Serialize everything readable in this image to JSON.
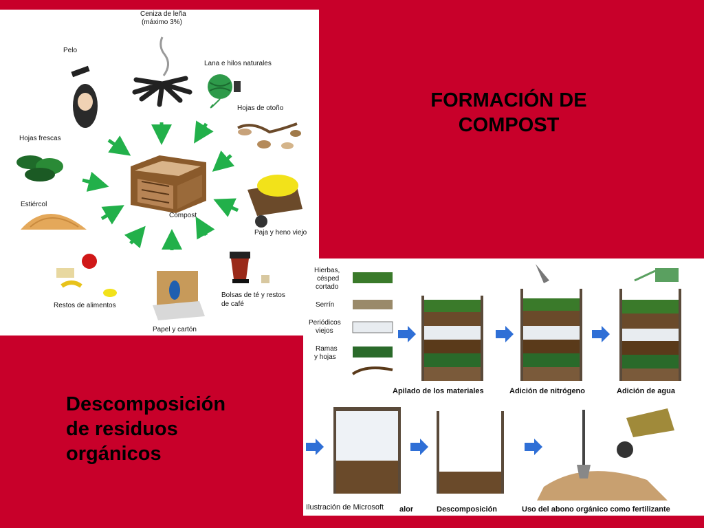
{
  "slide": {
    "title_line1": "FORMACIÓN DE",
    "title_line2": "COMPOST",
    "subtitle_line1": "Descomposición",
    "subtitle_line2": "de residuos",
    "subtitle_line3": "orgánicos"
  },
  "diagram1": {
    "center_label": "Compost",
    "inputs": {
      "ash_line1": "Ceniza de leña",
      "ash_line2": "(máximo 3%)",
      "hair": "Pelo",
      "wool": "Lana e hilos naturales",
      "autumn_leaves": "Hojas de otoño",
      "fresh_leaves": "Hojas frescas",
      "manure": "Estiércol",
      "straw": "Paja y heno viejo",
      "tea_line1": "Bolsas de té y restos",
      "tea_line2": "de café",
      "paper": "Papel y cartón",
      "food": "Restos de alimentos"
    }
  },
  "diagram2": {
    "materials": {
      "grass_line1": "Hierbas,",
      "grass_line2": "césped",
      "grass_line3": "cortado",
      "sawdust": "Serrín",
      "newspaper_line1": "Periódicos",
      "newspaper_line2": "viejos",
      "branches_line1": "Ramas",
      "branches_line2": "y hojas"
    },
    "steps": {
      "stacking": "Apilado de los materiales",
      "nitrogen": "Adición de nitrógeno",
      "water": "Adición de agua",
      "heat_partial": "alor",
      "decomposition": "Descomposición",
      "use": "Uso del abono orgánico como fertilizante"
    },
    "credit": "Ilustración de Microsoft"
  },
  "colors": {
    "background": "#c8002a",
    "arrow_green": "#22b04a",
    "arrow_blue": "#2f6fd6"
  }
}
